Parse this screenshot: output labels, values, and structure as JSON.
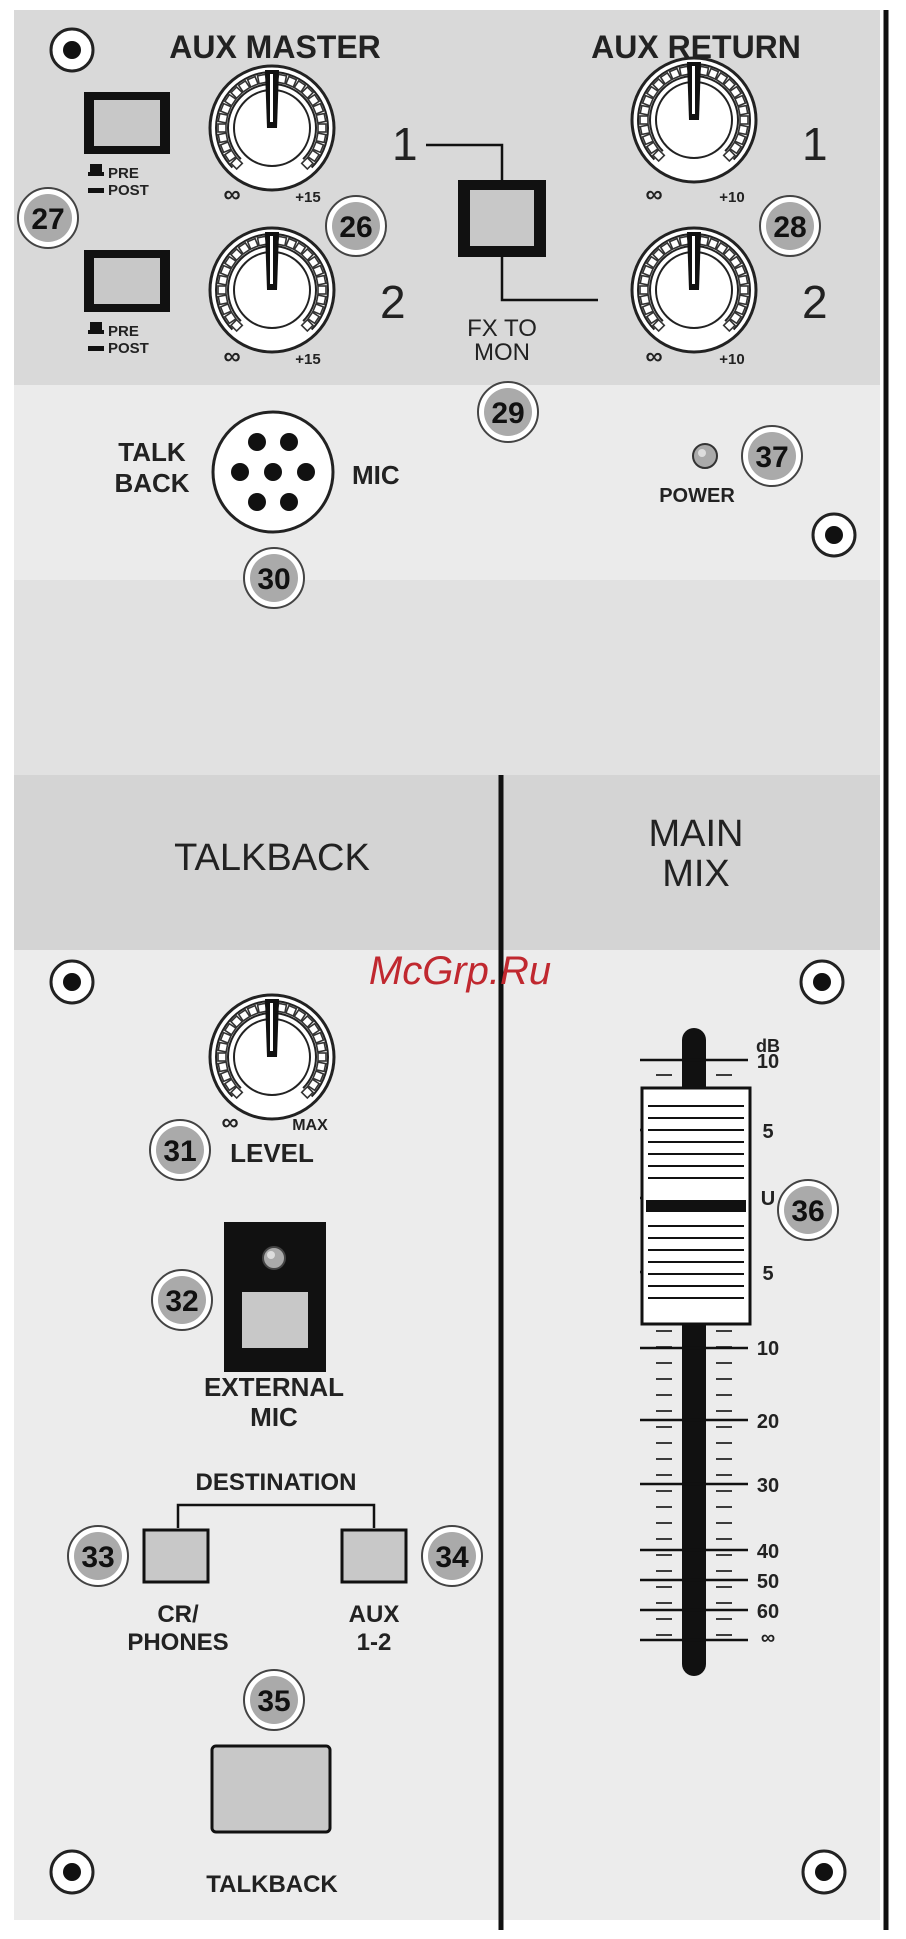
{
  "aux_master": {
    "title": "AUX MASTER",
    "ch1": "1",
    "ch2": "2",
    "pre_label": "PRE",
    "post_label": "POST",
    "knob_min": "∞",
    "knob_max": "+15",
    "badge_switch": "27",
    "badge_knob": "26"
  },
  "aux_return": {
    "title": "AUX RETURN",
    "ch1": "1",
    "ch2": "2",
    "knob_min": "∞",
    "knob_max": "+10",
    "badge": "28"
  },
  "fx_to_mon": {
    "line1": "FX TO",
    "line2": "MON",
    "badge": "29"
  },
  "talkback_mic": {
    "line1": "TALK",
    "line2": "BACK",
    "mic": "MIC",
    "badge": "30"
  },
  "power": {
    "label": "POWER",
    "badge": "37"
  },
  "sections": {
    "talkback": "TALKBACK",
    "main_mix_line1": "MAIN",
    "main_mix_line2": "MIX"
  },
  "watermark": "McGrp.Ru",
  "level": {
    "label": "LEVEL",
    "min": "∞",
    "max": "MAX",
    "badge": "31"
  },
  "external_mic": {
    "line1": "EXTERNAL",
    "line2": "MIC",
    "badge": "32"
  },
  "destination": {
    "label": "DESTINATION",
    "cr_line1": "CR/",
    "cr_line2": "PHONES",
    "aux_line1": "AUX",
    "aux_line2": "1-2",
    "badge_cr": "33",
    "badge_aux": "34"
  },
  "talkback_button": {
    "label": "TALKBACK",
    "badge": "35"
  },
  "fader": {
    "badge": "36",
    "scale": [
      "dB",
      "10",
      "5",
      "U",
      "5",
      "10",
      "20",
      "30",
      "40",
      "50",
      "60",
      "∞"
    ]
  }
}
